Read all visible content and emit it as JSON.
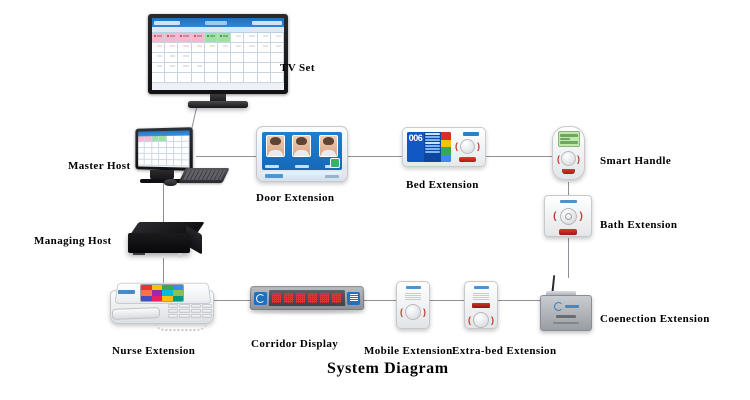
{
  "diagram": {
    "title": "System Diagram",
    "background_color": "#ffffff",
    "line_color": "#8d9096",
    "label_color": "#000000"
  },
  "labels": {
    "tv_set": "TV Set",
    "master_host": "Master Host",
    "managing_host": "Managing Host",
    "door_extension": "Door Extension",
    "bed_extension": "Bed Extension",
    "smart_handle": "Smart Handle",
    "bath_extension": "Bath Extension",
    "connection_extension": "Coenection Extension",
    "nurse_extension": "Nurse Extension",
    "corridor_display": "Corridor Display",
    "mobile_extension": "Mobile Extension",
    "extra_bed_extension": "Extra-bed Extension"
  },
  "devices": {
    "tv_set": {
      "name": "TV Set",
      "screen_type": "schedule-grid",
      "header_color": "#2f87d8",
      "highlight_colors": [
        "#f6b8cf",
        "#9fe0a3"
      ],
      "grid_columns": 10,
      "grid_rows": 5
    },
    "master_host": {
      "name": "Master Host",
      "form_factor": "all-in-one desktop with keyboard and mouse",
      "screen_type": "schedule-grid"
    },
    "managing_host": {
      "name": "Managing Host",
      "form_factor": "black rack box / server unit",
      "color": "#0e0e11"
    },
    "door_extension": {
      "name": "Door Extension",
      "screen_color": "#1f7fd0",
      "portrait_count": 3,
      "badge_color": "#35b36b"
    },
    "bed_extension": {
      "name": "Bed Extension",
      "display_number": "006",
      "screen_color": "#0d47a1",
      "stripe_colors": [
        "#d93025",
        "#f4c20d",
        "#34a853",
        "#4285f4"
      ],
      "button_color": "#c0392b"
    },
    "smart_handle": {
      "name": "Smart Handle",
      "screen_color": "#bfe9a8",
      "button_color": "#c0392b"
    },
    "bath_extension": {
      "name": "Bath Extension",
      "body_color": "#ffffff",
      "indicator_color": "#c0392b"
    },
    "connection_extension": {
      "name": "Coenection Extension",
      "body_color": "#9a9ea4",
      "has_antenna": true
    },
    "nurse_extension": {
      "name": "Nurse Extension",
      "form_factor": "desk telephone with color display and keypad",
      "screen_colors": [
        "#e03a2b",
        "#f4c20d",
        "#34a853",
        "#4285f4",
        "#9b27b0",
        "#ff7043"
      ]
    },
    "corridor_display": {
      "name": "Corridor Display",
      "led_color": "#e03a2b",
      "body_color": "#8d9197",
      "character_count": 6
    },
    "mobile_extension": {
      "name": "Mobile Extension",
      "body_color": "#ffffff",
      "indicator_color": "#c0392b"
    },
    "extra_bed_extension": {
      "name": "Extra-bed Extension",
      "body_color": "#ffffff",
      "indicator_color": "#c0392b"
    }
  },
  "connections": [
    {
      "from": "tv_set",
      "to": "master_host"
    },
    {
      "from": "master_host",
      "to": "door_extension"
    },
    {
      "from": "door_extension",
      "to": "bed_extension"
    },
    {
      "from": "bed_extension",
      "to": "smart_handle"
    },
    {
      "from": "smart_handle",
      "to": "bath_extension"
    },
    {
      "from": "bath_extension",
      "to": "connection_extension"
    },
    {
      "from": "master_host",
      "to": "managing_host"
    },
    {
      "from": "managing_host",
      "to": "nurse_extension"
    },
    {
      "from": "nurse_extension",
      "to": "corridor_display"
    },
    {
      "from": "corridor_display",
      "to": "mobile_extension"
    },
    {
      "from": "mobile_extension",
      "to": "extra_bed_extension"
    },
    {
      "from": "extra_bed_extension",
      "to": "connection_extension"
    }
  ]
}
